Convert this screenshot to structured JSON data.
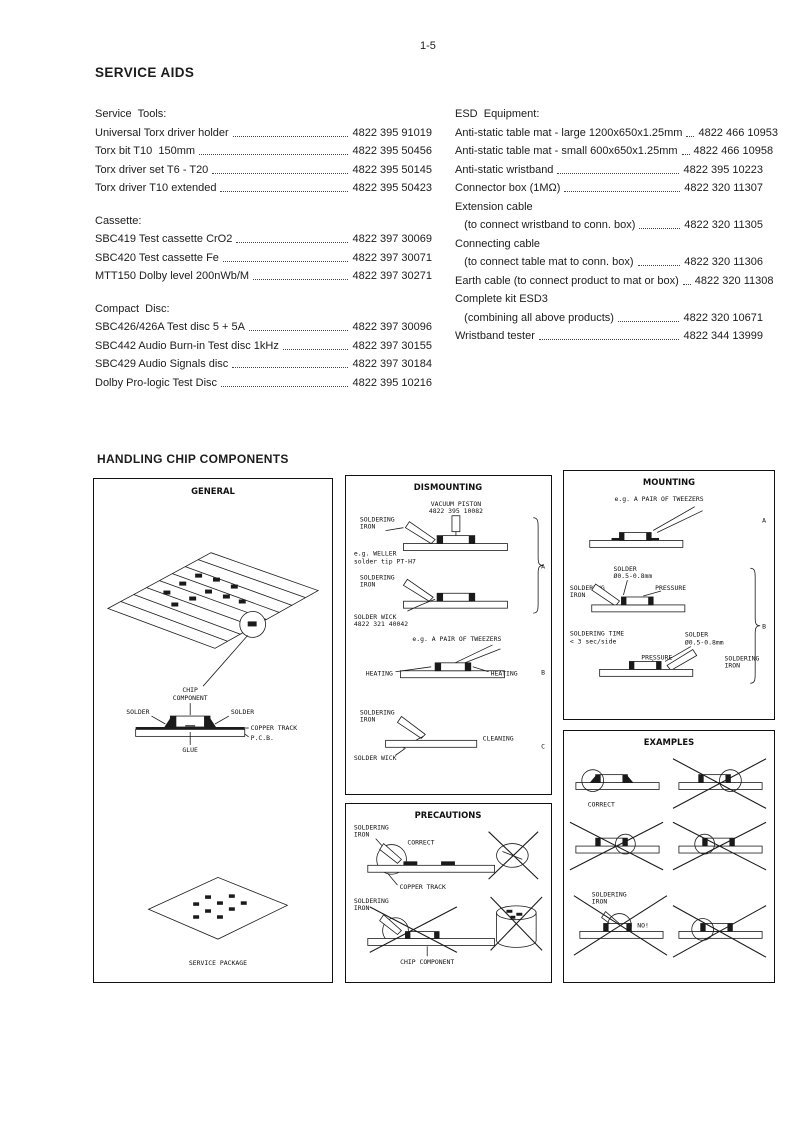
{
  "page": {
    "number": "1-5",
    "title": "SERVICE AIDS",
    "handling_title": "HANDLING CHIP COMPONENTS"
  },
  "lists": {
    "left": {
      "g0": {
        "heading": "Service  Tools:",
        "items": [
          {
            "label": "Universal Torx driver holder",
            "code": "4822 395 91019"
          },
          {
            "label": "Torx bit T10  150mm",
            "code": "4822 395 50456"
          },
          {
            "label": "Torx driver set T6 - T20",
            "code": "4822 395 50145"
          },
          {
            "label": "Torx driver T10 extended",
            "code": "4822 395 50423"
          }
        ]
      },
      "g1": {
        "heading": "Cassette:",
        "items": [
          {
            "label": "SBC419 Test cassette CrO2",
            "code": "4822 397 30069"
          },
          {
            "label": "SBC420 Test cassette Fe",
            "code": "4822 397 30071"
          },
          {
            "label": "MTT150 Dolby level 200nWb/M",
            "code": "4822 397 30271"
          }
        ]
      },
      "g2": {
        "heading": "Compact  Disc:",
        "items": [
          {
            "label": "SBC426/426A Test disc 5 + 5A",
            "code": "4822 397 30096"
          },
          {
            "label": "SBC442 Audio Burn-in Test disc 1kHz",
            "code": "4822 397 30155"
          },
          {
            "label": "SBC429 Audio Signals disc",
            "code": "4822 397 30184"
          },
          {
            "label": "Dolby Pro-logic Test Disc",
            "code": "4822 395 10216"
          }
        ]
      }
    },
    "right": {
      "heading": "ESD  Equipment:",
      "items": [
        {
          "label": "Anti-static table mat - large 1200x650x1.25mm",
          "code": "4822 466 10953"
        },
        {
          "label": "Anti-static table mat - small 600x650x1.25mm",
          "code": "4822 466 10958"
        },
        {
          "label": "Anti-static wristband",
          "code": "4822 395 10223"
        },
        {
          "label": "Connector box (1MΩ)",
          "code": "4822 320 11307"
        },
        {
          "label": "Extension cable",
          "code": ""
        },
        {
          "label": "   (to connect wristband to conn. box)",
          "code": "4822 320 11305"
        },
        {
          "label": "Connecting cable",
          "code": ""
        },
        {
          "label": "   (to connect table mat to conn. box)",
          "code": "4822 320 11306"
        },
        {
          "label": "Earth cable (to connect product to mat or box)",
          "code": "4822 320 11308"
        },
        {
          "label": "Complete kit ESD3",
          "code": ""
        },
        {
          "label": "   (combining all above products)",
          "code": "4822 320 10671"
        },
        {
          "label": "Wristband tester",
          "code": "4822 344 13999"
        }
      ]
    }
  },
  "diagrams": {
    "general": {
      "title": "GENERAL",
      "chip_line1": "CHIP",
      "chip_line2": "COMPONENT",
      "solder_left": "SOLDER",
      "solder_right": "SOLDER",
      "copper_track": "COPPER TRACK",
      "pcb": "P.C.B.",
      "glue": "GLUE",
      "service_package": "SERVICE  PACKAGE"
    },
    "dismounting": {
      "title": "DISMOUNTING",
      "vacuum_line1": "VACUUM PISTON",
      "vacuum_line2": "4822 395 10082",
      "iron1_line1": "SOLDERING",
      "iron1_line2": "IRON",
      "weller_line1": "e.g. WELLER",
      "weller_line2": "solder tip PT-H7",
      "iron2_line1": "SOLDERING",
      "iron2_line2": "IRON",
      "wick1_line1": "SOLDER WICK",
      "wick1_line2": "4822 321 40042",
      "tweezers": "e.g. A PAIR OF TWEEZERS",
      "heating_left": "HEATING",
      "heating_right": "HEATING",
      "iron3_line1": "SOLDERING",
      "iron3_line2": "IRON",
      "cleaning": "CLEANING",
      "wick2": "SOLDER  WICK",
      "step_a": "A",
      "step_b": "B",
      "step_c": "C"
    },
    "mounting": {
      "title": "MOUNTING",
      "tweezers": "e.g. A PAIR OF TWEEZERS",
      "step_a": "A",
      "solder1_line1": "SOLDER",
      "solder1_line2": "Ø0.5-0.8mm",
      "pressure1": "PRESSURE",
      "iron1_line1": "SOLDERING",
      "iron1_line2": "IRON",
      "time_line1": "SOLDERING TIME",
      "time_line2": "< 3 sec/side",
      "solder2_line1": "SOLDER",
      "solder2_line2": "Ø0.5-0.8mm",
      "pressure2": "PRESSURE",
      "iron2_line1": "SOLDERING",
      "iron2_line2": "IRON",
      "step_b": "B"
    },
    "precautions": {
      "title": "PRECAUTIONS",
      "iron1_line1": "SOLDERING",
      "iron1_line2": "IRON",
      "correct": "CORRECT",
      "copper_track": "COPPER TRACK",
      "iron2_line1": "SOLDERING",
      "iron2_line2": "IRON",
      "chip_component": "CHIP COMPONENT"
    },
    "examples": {
      "title": "EXAMPLES",
      "correct": "CORRECT",
      "iron_line1": "SOLDERING",
      "iron_line2": "IRON",
      "no": "NO!"
    }
  }
}
